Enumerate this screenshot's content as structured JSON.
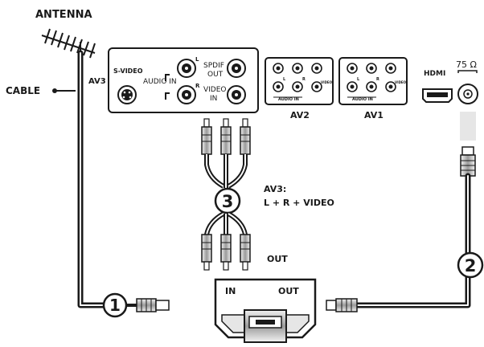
{
  "labels": {
    "antenna": "ANTENNA",
    "cable": "CABLE",
    "av3_tag": "AV3",
    "svideo": "S-VIDEO",
    "audio_in": "AUDIO IN",
    "audio_l": "L",
    "audio_r": "R",
    "spdif_out": [
      "SPDIF",
      "OUT"
    ],
    "video_in": [
      "VIDEO",
      "IN"
    ],
    "av2": "AV2",
    "av1": "AV1",
    "av_panel_audio_in": "AUDIO IN",
    "av_panel_video": "VIDEO",
    "av_panel_l": "L",
    "av_panel_r": "R",
    "hdmi": "HDMI",
    "ohm": "75 Ω",
    "cable3_title": "AV3:",
    "cable3_desc": "L + R + VIDEO",
    "out_label": "OUT",
    "device_in": "IN",
    "device_out": "OUT",
    "step1": "1",
    "step2": "2",
    "step3": "3"
  },
  "colors": {
    "line": "#1a1a1a",
    "plug_shade": "#bdbdbd",
    "panel_fill": "#ffffff",
    "light_gray": "#e6e6e6"
  },
  "icons": [
    "antenna-icon",
    "scart-plug-icon",
    "coax-plug-icon",
    "rca-plug-icon",
    "hdmi-port-icon",
    "svideo-port-icon"
  ]
}
